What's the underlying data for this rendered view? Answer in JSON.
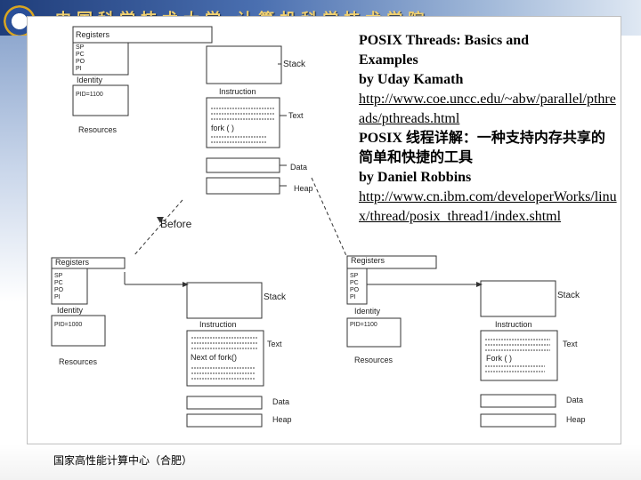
{
  "header": {
    "title": "中国科学技术大学 计算机科学技术学院"
  },
  "footer": {
    "label": "国家高性能计算中心（合肥）"
  },
  "text": {
    "title_line1": "POSIX Threads: Basics and",
    "title_line2": "Examples",
    "author1": "by Uday Kamath",
    "link1": "http://www.coe.uncc.edu/~abw/parallel/pthreads/pthreads.html",
    "title2": "POSIX 线程详解：一种支持内存共享的简单和快捷的工具",
    "author2": "by Daniel Robbins",
    "link2": "http://www.cn.ibm.com/developerWorks/linux/thread/posix_thread1/index.shtml"
  },
  "diagram": {
    "before_label": "Before",
    "top": {
      "registers": "Registers",
      "regs": [
        "SP",
        "PC",
        "PO",
        "PI"
      ],
      "identity": "Identity",
      "pid": "PID=1100",
      "resources": "Resources",
      "stack": "Stack",
      "instruction": "Instruction",
      "fork": "fork ( )",
      "text": "Text",
      "data": "Data",
      "heap": "Heap"
    },
    "left": {
      "registers": "Registers",
      "regs": [
        "SP",
        "PC",
        "PO",
        "PI"
      ],
      "identity": "Identity",
      "pid": "PID=1000",
      "resources": "Resources",
      "stack": "Stack",
      "instruction": "Instruction",
      "fork": "Next of fork()",
      "text": "Text",
      "data": "Data",
      "heap": "Heap"
    },
    "right": {
      "registers": "Registers",
      "regs": [
        "SP",
        "PC",
        "PO",
        "PI"
      ],
      "identity": "Identity",
      "pid": "PID=1100",
      "resources": "Resources",
      "stack": "Stack",
      "instruction": "Instruction",
      "fork": "Fork ( )",
      "text": "Text",
      "data": "Data",
      "heap": "Heap"
    }
  }
}
